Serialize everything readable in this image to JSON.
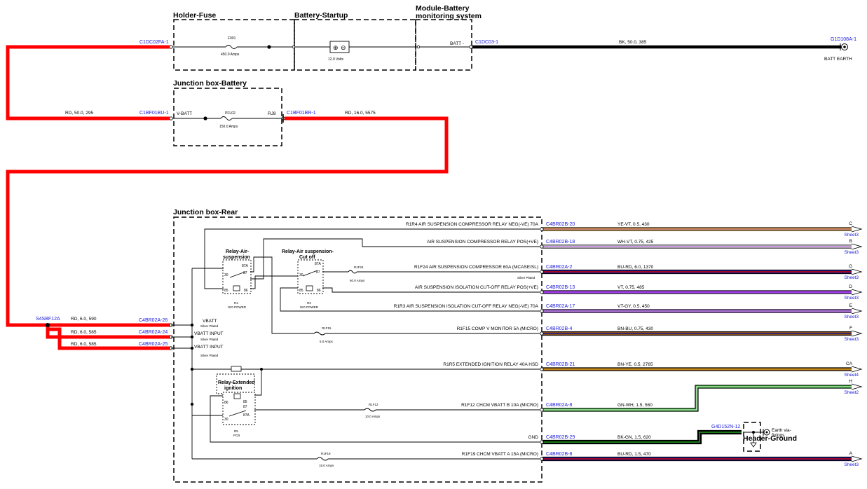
{
  "boxes": {
    "holder_fuse": "Holder-Fuse",
    "battery_startup": "Battery-Startup",
    "module_battery_1": "Module-Battery",
    "module_battery_2": "monitoring system",
    "jb_battery": "Junction box-Battery",
    "jb_rear": "Junction box-Rear",
    "header_ground": "Header-Ground"
  },
  "top": {
    "c1dc02fa": "C1DC02FA-1",
    "f001": "F001",
    "f001_amps": "450.0 Amps",
    "volts": "12.0 Volts",
    "batt_minus": "BATT -",
    "c1dc03": "C1DC03-1",
    "wire_bk": "BK, 50.0, 385",
    "g1d108a": "G1D108A-1",
    "batt_earth": "BATT EARTH"
  },
  "jb_battery": {
    "wire_in": "RD, 50.0, 295",
    "c1bf01bu": "C1BF01BU-1",
    "vbatt": "V-BATT",
    "pfl02": "PFL02",
    "pfl02_amps": "150.0 Amps",
    "rj8": "RJ8",
    "c1bf01br": "C1BF01BR-1",
    "wire_out": "RD, 16.0, 5575"
  },
  "splice": {
    "label": "S4SBF12A",
    "w1": "RD, 6.0, 590",
    "w2": "RD, 6.0, 585",
    "w3": "RD, 6.0, 585",
    "c1": "C4BR02A-26",
    "c2": "C4BR02A-24",
    "c3": "C4BR02A-25",
    "vbatt": "VBATT",
    "vbatt_input_1": "VBATT INPUT",
    "vbatt_input_2": "VBATT INPUT",
    "silver": "Silver Plated"
  },
  "relays": {
    "r4_title_1": "Relay-Air-",
    "r4_title_2": "suspension",
    "r4_name": "R4",
    "r4_type": "ISO POWER",
    "r3_title_1": "Relay-Air suspension-",
    "r3_title_2": "Cut off",
    "r3_name": "R3",
    "r3_type": "ISO POWER",
    "r5_title_1": "Relay-Extended",
    "r5_title_2": "ignition",
    "r5_name": "R5",
    "r5_type": "PCB",
    "p87a": "87A",
    "p87": "87",
    "p30": "30",
    "p85": "85",
    "p86": "86"
  },
  "fuses": {
    "r1f24": "R1F24",
    "r1f24_amps": "60.0 Amps",
    "r1f15": "R1F15",
    "r1f15_amps": "5.0 Amps",
    "r1f12": "R1F12",
    "r1f12_amps": "10.0 Amps",
    "r1f19": "R1F19",
    "r1f19_amps": "15.0 Amps"
  },
  "circuits": [
    {
      "desc": "R1R4 AIR SUSPENSION COMPRESSOR RELAY NEG(-VE) 70A",
      "conn": "C4BR02B-20",
      "wire": "YE-VT, 0.5, 430",
      "dest": "C",
      "sheet": "Sheet3",
      "color_a": "#f3c41b",
      "color_b": "#9933cc"
    },
    {
      "desc": "AIR SUSPENSION COMPRESSOR RELAY POS(+VE)",
      "conn": "C4BR02B-18",
      "wire": "WH-VT, 0.75, 425",
      "dest": "B",
      "sheet": "Sheet3",
      "color_a": "#ffffff",
      "color_b": "#9933cc"
    },
    {
      "desc": "R1F24 AIR SUSPENSION COMPRESSOR 60A (MCASE/SL)",
      "conn": "C4BR02A-2",
      "wire": "BU-RD, 6.0, 1370",
      "dest": "G",
      "sheet": "Sheet3",
      "color_a": "#1a1a8c",
      "color_b": "#cc0000"
    },
    {
      "desc": "AIR SUSPENSION ISOLATION CUT-OFF RELAY POS(+VE)",
      "conn": "C4BR02B-13",
      "wire": "VT, 0.75, 485",
      "dest": "D",
      "sheet": "Sheet3",
      "color_a": "#a03ee8",
      "color_b": "#a03ee8"
    },
    {
      "desc": "R1R3 AIR SUSPENSION ISOLATION CUT-OFF RELAY NEG(-VE) 70A",
      "conn": "C4BR02A-17",
      "wire": "VT-GY, 0.5, 450",
      "dest": "E",
      "sheet": "Sheet3",
      "color_a": "#a03ee8",
      "color_b": "#b0b0b0"
    },
    {
      "desc": "R1F15 COMP V MONITOR 5A (MICRO)",
      "conn": "C4BR02B-4",
      "wire": "BN-BU, 0.75, 430",
      "dest": "F",
      "sheet": "Sheet3",
      "color_a": "#8a4b16",
      "color_b": "#1a1a8c"
    },
    {
      "desc": "R1R5 EXTENDED IGNITION RELAY 40A HSD",
      "conn": "C4BR02B-21",
      "wire": "BN-YE, 0.5, 2765",
      "dest": "CA",
      "sheet": "Sheet4",
      "color_a": "#8a4b16",
      "color_b": "#f3c41b"
    },
    {
      "desc": "R1F12 CHCM VBATT B 10A (MICRO)",
      "conn": "C4BR02A-8",
      "wire": "GN-WH, 1.5, 560",
      "dest": "H",
      "sheet": "Sheet2",
      "color_a": "#1fa21f",
      "color_b": "#ffffff"
    },
    {
      "desc": "GND",
      "conn": "C4BR02B-29",
      "wire": "BK-GN, 1.5, 620",
      "dest": "G4D152N-12",
      "sheet": "",
      "color_a": "#000000",
      "color_b": "#1fa21f"
    },
    {
      "desc": "R1F19 CHCM VBATT A 15A (MICRO)",
      "conn": "C4BR02B-8",
      "wire": "BU-RD, 1.5, 470",
      "dest": "A",
      "sheet": "Sheet3",
      "color_a": "#1a1a8c",
      "color_b": "#cc0000"
    }
  ],
  "ground": {
    "earth_1": "Earth via-",
    "earth_2": "fixings"
  }
}
